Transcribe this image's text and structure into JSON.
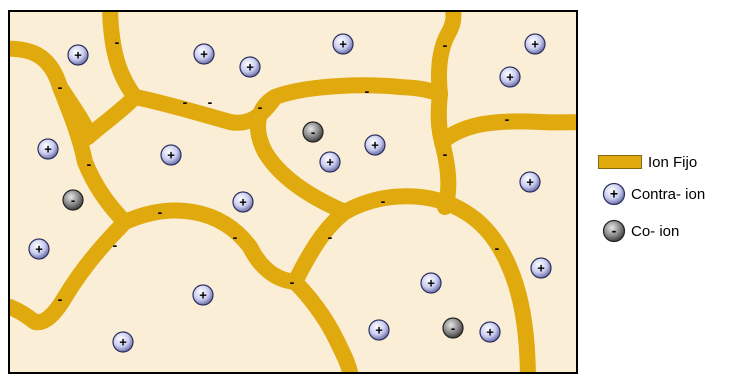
{
  "legend": {
    "fixed_ion": "Ion Fijo",
    "counter_ion": "Contra- ion",
    "co_ion": "Co- ion"
  },
  "symbols": {
    "plus": "+",
    "minus": "-"
  },
  "colors": {
    "fixed_ion_band": "#e0a90e",
    "background": "#fbeed6",
    "counter_ion_fill": "#c9cdf0",
    "co_ion_fill": "#8a8a8a"
  },
  "counts": {
    "counter_ions": 19,
    "co_ions": 3,
    "fixed_charges": 18
  }
}
